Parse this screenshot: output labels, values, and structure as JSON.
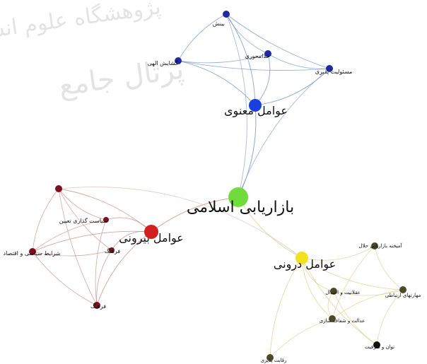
{
  "watermark": {
    "line1": "پژوهشگاه علوم انسانی",
    "line2": "پرتال جامع"
  },
  "diagram": {
    "center": {
      "label": "بازاریابی اسلامی",
      "color": "#6fdc3c"
    },
    "hubs": [
      {
        "id": "manavi",
        "label": "عوامل معنوی",
        "color": "#1a3ee0"
      },
      {
        "id": "birooni",
        "label": "عوامل بیرونی",
        "color": "#d12020"
      },
      {
        "id": "darooni",
        "label": "عوامل درونی",
        "color": "#f2e21b"
      }
    ],
    "leaves": [
      {
        "hub": "manavi",
        "label": "بینش",
        "color": "#1f2a9c"
      },
      {
        "hub": "manavi",
        "label": "گشایش الهی",
        "color": "#1f2a9c"
      },
      {
        "hub": "manavi",
        "label": "خدامحوری",
        "color": "#1f2a9c"
      },
      {
        "hub": "manavi",
        "label": "مسئولیت پذیری",
        "color": "#1f2a9c"
      },
      {
        "hub": "birooni",
        "label": "",
        "color": "#7a1020"
      },
      {
        "hub": "birooni",
        "label": "سیاست گذاری تعیین",
        "color": "#7a1020"
      },
      {
        "hub": "birooni",
        "label": "شرایط سیاسی و اقتصاد",
        "color": "#7a1020"
      },
      {
        "hub": "birooni",
        "label": "فرهنگ",
        "color": "#7a1020"
      },
      {
        "hub": "birooni",
        "label": "فرهنگ",
        "color": "#7a1020"
      },
      {
        "hub": "darooni",
        "label": "آمیخته بازاریابی حلال",
        "color": "#4a4a2a"
      },
      {
        "hub": "darooni",
        "label": "عقلانیت و اعتدال",
        "color": "#4a4a2a"
      },
      {
        "hub": "darooni",
        "label": "مهارتهای ارتباطی",
        "color": "#4a4a2a"
      },
      {
        "hub": "darooni",
        "label": "عدالت و شفاف سازی",
        "color": "#4a4a2a"
      },
      {
        "hub": "darooni",
        "label": "توان و ظرفیت",
        "color": "#111111"
      },
      {
        "hub": "darooni",
        "label": "رقابت پذیری",
        "color": "#4a4a2a"
      }
    ]
  }
}
